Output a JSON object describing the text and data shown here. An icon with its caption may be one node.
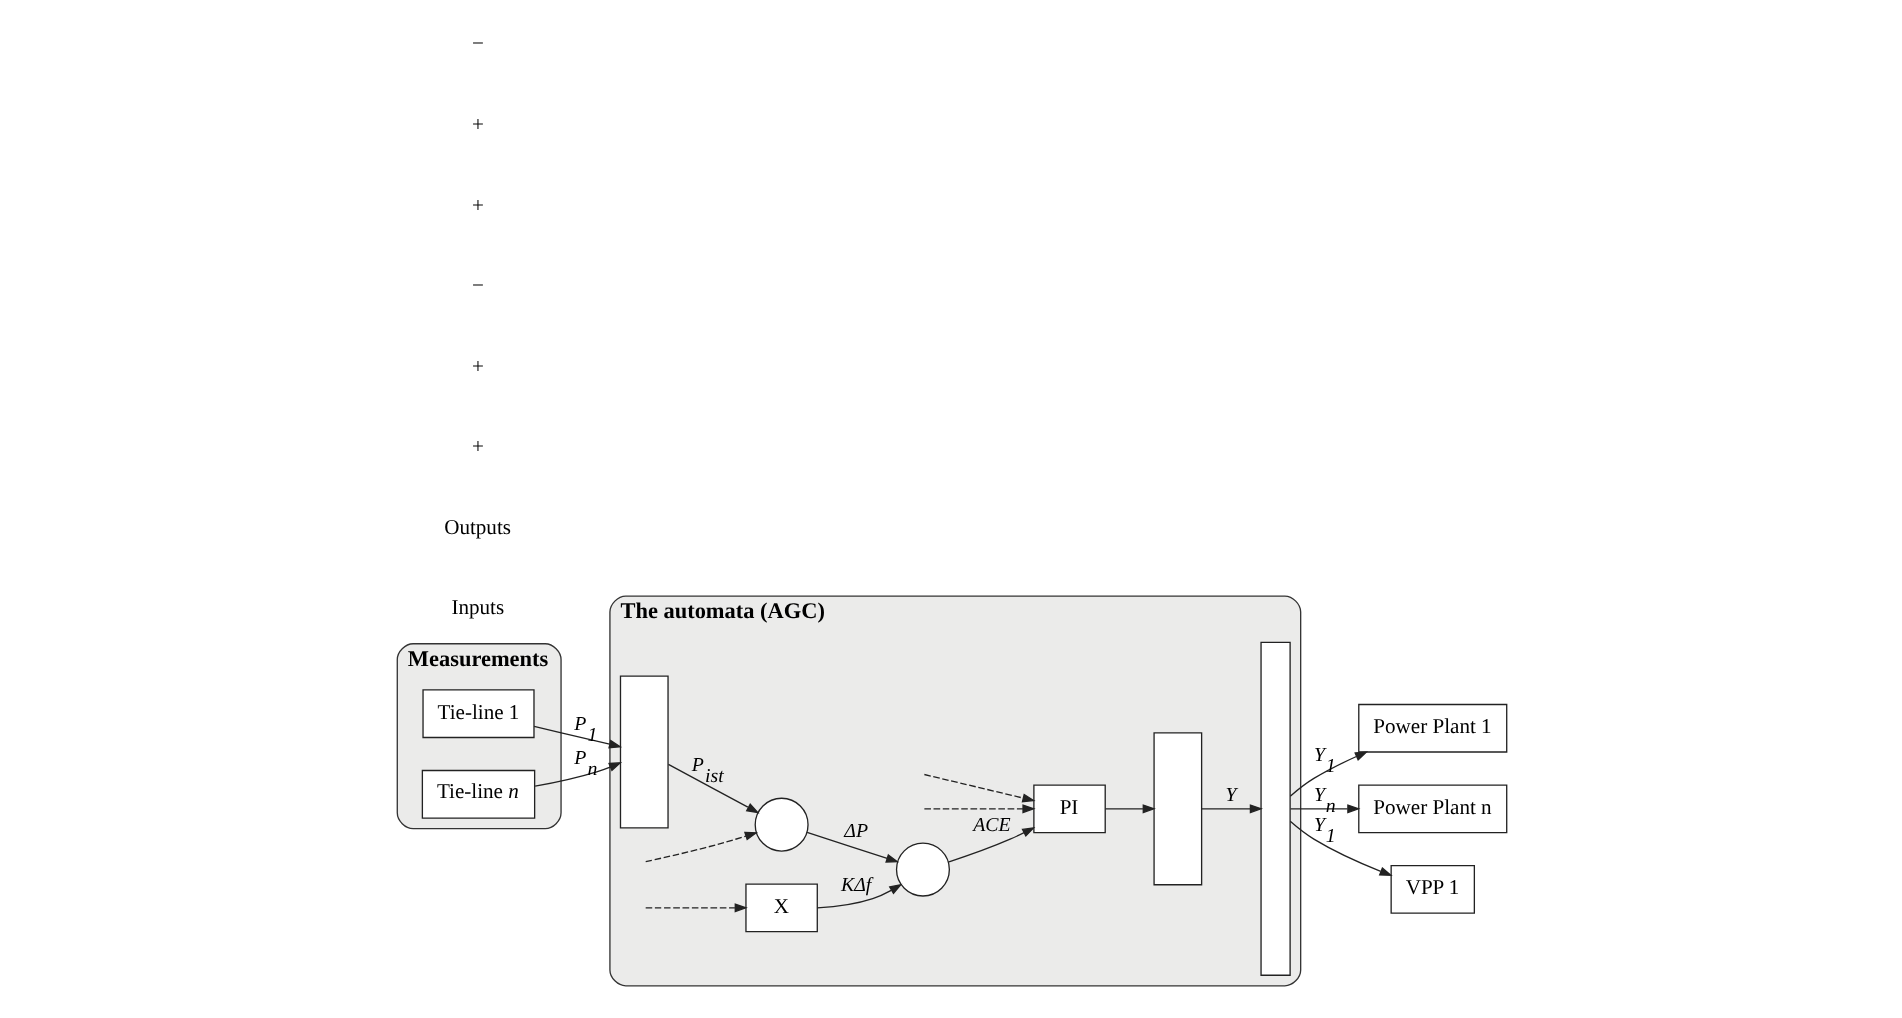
{
  "diagram": {
    "nodes": [
      {
        "text": [
          "Measurements"
        ]
      },
      {
        "text": [
          "Tie-line 1"
        ],
        "in": 0
      },
      {
        "text": [
          "Tie-line *n*"
        ],
        "in": 0
      },
      {
        "text": [
          "The automata (AGC)"
        ]
      },
      {
        "text": [],
        "shape": "box",
        "in": 3
      },
      {
        "text": [],
        "shape": "circle",
        "in": 3
      },
      {
        "text": [],
        "shape": "circle",
        "in": 3
      },
      {
        "text": [
          "PI"
        ],
        "in": 3
      },
      {
        "text": [],
        "shape": "box",
        "in": 3
      },
      {
        "text": [
          "X"
        ],
        "in": 3
      },
      {
        "text": [],
        "shape": "bar",
        "in": 3
      },
      {
        "text": [
          "Power Plant 1"
        ]
      },
      {
        "text": [
          "Power Plant n"
        ]
      },
      {
        "text": [
          "VPP 1"
        ]
      }
    ],
    "edges": [
      {
        "from": 1,
        "to": 4,
        "arrow": "to",
        "label": "P$_{1}$"
      },
      {
        "from": 2,
        "to": 4,
        "arrow": "to",
        "label": "P$_{n}$"
      },
      {
        "from": 4,
        "to": 5,
        "arrow": "to",
        "label": "P$_{ist}$"
      },
      {
        "from": 5,
        "to": 6,
        "arrow": "to",
        "label": "ΔP"
      },
      {
        "from": 9,
        "to": 6,
        "arrow": "to",
        "label": "KΔf"
      },
      {
        "from": 6,
        "to": 7,
        "arrow": "to",
        "label": "ACE"
      },
      {
        "from": 7,
        "to": 8,
        "arrow": "to"
      },
      {
        "from": 8,
        "to": 10,
        "arrow": "to",
        "label": "Y"
      },
      {
        "from": 10,
        "to": 11,
        "arrow": "to",
        "label": "Y$_{1}$"
      },
      {
        "from": 10,
        "to": 12,
        "arrow": "to",
        "label": "Y$_{n}$"
      },
      {
        "from": 10,
        "to": 13,
        "arrow": "to",
        "label": "Y$_{1}$"
      },
      {
        "from": null,
        "to": 5,
        "arrow": "to",
        "style": "dashed"
      },
      {
        "from": null,
        "to": 7,
        "arrow": "to",
        "style": "dashed"
      },
      {
        "from": null,
        "to": 7,
        "arrow": "to",
        "style": "dashed"
      },
      {
        "from": null,
        "to": 9,
        "arrow": "to",
        "style": "dashed"
      }
    ],
    "labels": [
      "Inputs",
      "Outputs",
      "+",
      "+",
      "−",
      "+",
      "+",
      "−"
    ]
  }
}
